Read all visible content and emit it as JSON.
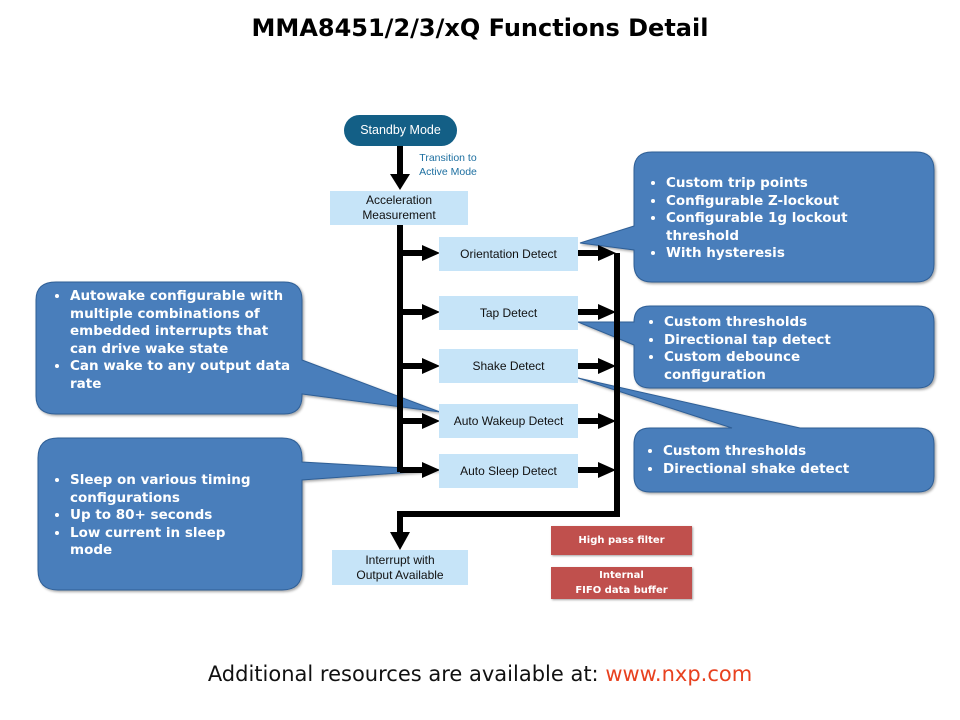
{
  "title": "MMA8451/2/3/xQ Functions Detail",
  "flow": {
    "start": "Standby Mode",
    "transition": [
      "Transition to",
      "Active Mode"
    ],
    "measure": [
      "Acceleration",
      "Measurement"
    ],
    "detectors": [
      "Orientation Detect",
      "Tap Detect",
      "Shake Detect",
      "Auto Wakeup Detect",
      "Auto Sleep Detect"
    ],
    "output": [
      "Interrupt with",
      "Output Available"
    ]
  },
  "features": {
    "hpf": "High pass filter",
    "fifo": [
      "Internal",
      "FIFO data buffer"
    ]
  },
  "callouts": {
    "orientation": [
      "Custom trip points",
      "Configurable  Z-lockout",
      "Configurable  1g lockout threshold",
      "With  hysteresis"
    ],
    "tap": [
      "Custom thresholds",
      "Directional  tap detect",
      "Custom debounce configuration"
    ],
    "shake": [
      "Custom thresholds",
      "Directional  shake detect"
    ],
    "autowake": [
      "Autowake configurable with multiple combinations  of embedded interrupts that can drive wake state",
      "Can wake to any output data rate"
    ],
    "autosleep": [
      "Sleep on various timing configurations",
      "Up to 80+ seconds",
      "Low current in sleep mode"
    ]
  },
  "footer": {
    "text": "Additional resources are available at: ",
    "link": "www.nxp.com"
  },
  "colors": {
    "callout": "#4a7ebb",
    "node": "#c6e4f8",
    "pill": "#135f86",
    "feature": "#c0504d",
    "link": "#e8411f"
  }
}
